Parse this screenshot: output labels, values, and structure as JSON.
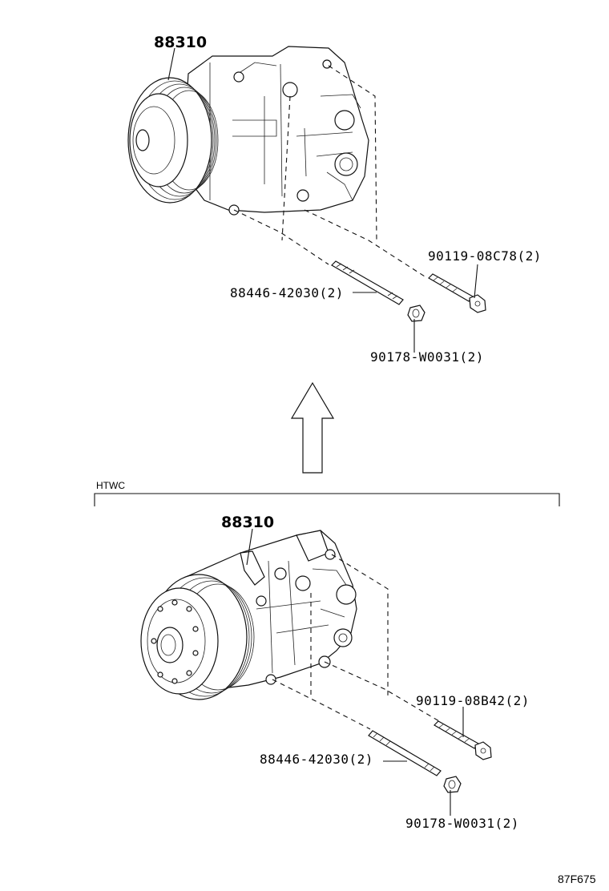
{
  "top": {
    "compressor_label": "88310",
    "bolt_upper_label": "90119-08C78(2)",
    "stud_label": "88446-42030(2)",
    "nut_label": "90178-W0031(2)"
  },
  "bottom": {
    "variant_label": "HTWC",
    "compressor_label": "88310",
    "bolt_upper_label": "90119-08B42(2)",
    "stud_label": "88446-42030(2)",
    "nut_label": "90178-W0031(2)"
  },
  "footer": {
    "diagram_code": "87F675"
  }
}
